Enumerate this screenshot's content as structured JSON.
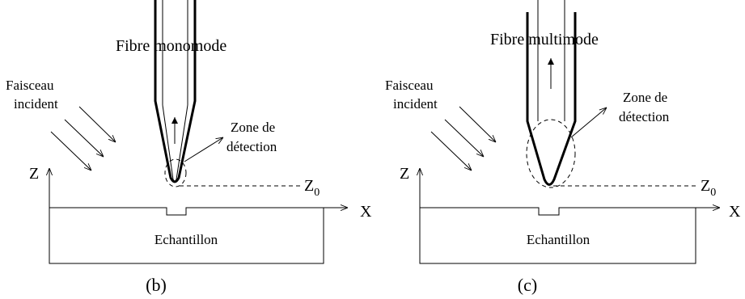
{
  "panels": [
    {
      "id": "b",
      "fiber_label": "Fibre monomode",
      "beam_label": [
        "Faisceau",
        "incident"
      ],
      "zone_label": [
        "Zone de",
        "détection"
      ],
      "z_axis": "Z",
      "x_axis": "X",
      "z0_label": "Z",
      "z0_sub": "0",
      "sample_label": "Echantillon",
      "caption": "(b)"
    },
    {
      "id": "c",
      "fiber_label": "Fibre multimode",
      "beam_label": [
        "Faisceau",
        "incident"
      ],
      "zone_label": [
        "Zone de",
        "détection"
      ],
      "z_axis": "Z",
      "x_axis": "X",
      "z0_label": "Z",
      "z0_sub": "0",
      "sample_label": "Echantillon",
      "caption": "(c)"
    }
  ]
}
